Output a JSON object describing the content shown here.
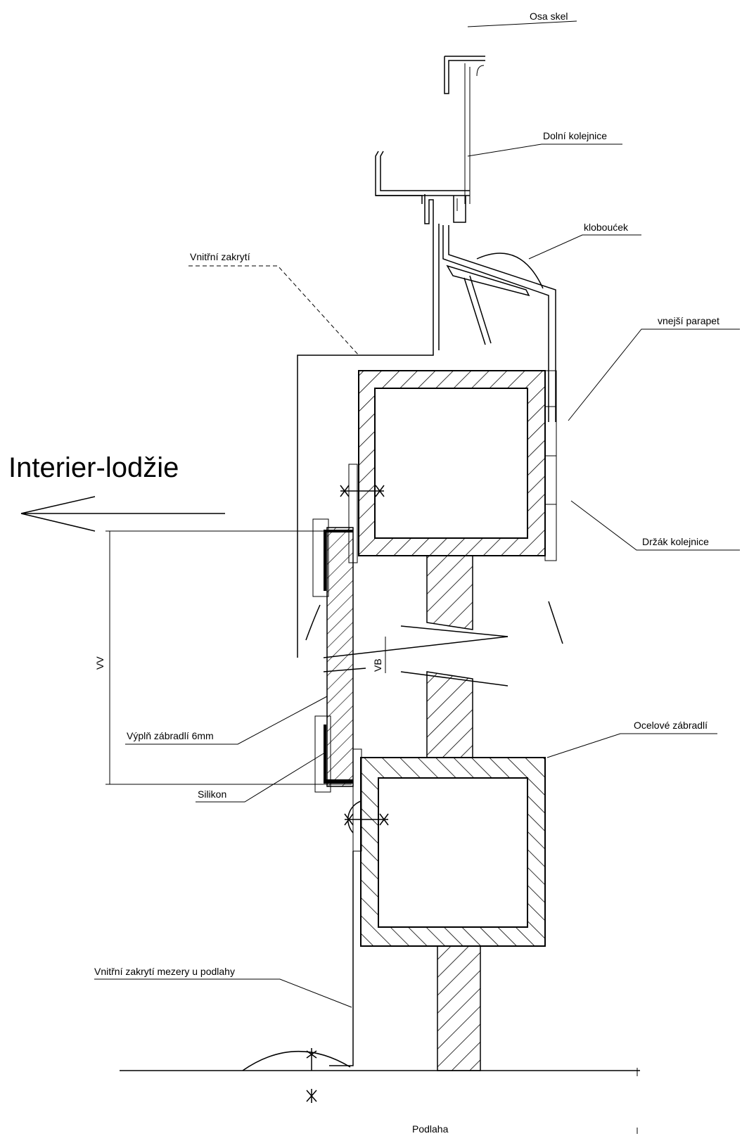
{
  "title": "Interier-lodžie",
  "labels": {
    "osa_skel": "Osa skel",
    "dolni_kolejnice": "Dolní kolejnice",
    "kloboucek": "kloboućek",
    "vnitrni_zakryti": "Vnitřní zakrytí",
    "vnejsi_parapet": "vnejší parapet",
    "drzak_kolejnice": "Držák kolejnice",
    "ocelove_zabradli": "Ocelové zábradlí",
    "vypln_zabradli": "Výplň zábradlí 6mm",
    "silikon": "Silikon",
    "vnitrni_zakryti_mezery": "Vnitřní zakrytí mezery u podlahy",
    "podlaha": "Podlaha"
  },
  "dimensions": {
    "vv": "VV",
    "vb": "VB"
  },
  "colors": {
    "line": "#000000",
    "background": "#ffffff"
  }
}
